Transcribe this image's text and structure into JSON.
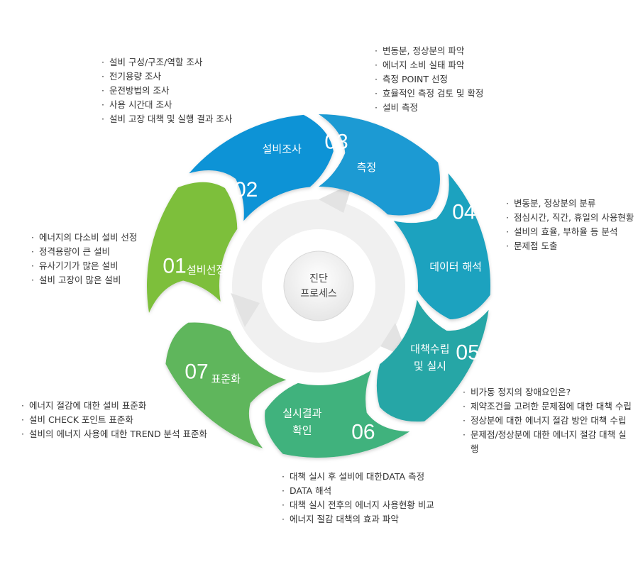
{
  "center": {
    "line1": "진단",
    "line2": "프로세스"
  },
  "steps": [
    {
      "num": "01",
      "label": "설비선정",
      "label2": "",
      "color": "#7dbf3a",
      "notes": [
        "에너지의 다소비 설비 선정",
        "정격용량이 큰 설비",
        "유사기기가 많은 설비",
        "설비 고장이 많은 설비"
      ]
    },
    {
      "num": "02",
      "label": "설비조사",
      "label2": "",
      "color": "#0e93d6",
      "notes": [
        "설비 구성/구조/역할 조사",
        "전기용량 조사",
        "운전방법의 조사",
        "사용 시간대 조사",
        "설비 고장 대책 및 실행 결과 조사"
      ]
    },
    {
      "num": "03",
      "label": "측정",
      "label2": "",
      "color": "#1a9ad3",
      "notes": [
        "변동분, 정상분의 파악",
        "에너지 소비 실태 파악",
        "측정 POINT 선정",
        "효율적인 측정 검토 및 확정",
        "설비 측정"
      ]
    },
    {
      "num": "04",
      "label": "데이터 해석",
      "label2": "",
      "color": "#1ea2bf",
      "notes": [
        "변동분, 정상분의 분류",
        "점심시간, 직간, 휴일의 사용현황",
        "설비의 효율, 부하율 등 분석",
        "문제점 도출"
      ]
    },
    {
      "num": "05",
      "label": "대책수립",
      "label2": "및 실시",
      "color": "#25a6a6",
      "notes": [
        "비가동 정지의 장애요인은?",
        "제약조건을 고려한 문제점에 대한 대책 수립",
        "정상분에 대한 에너지 절감 방안 대책 수립",
        "문제점/정상분에 대한 에너지 절감 대책 실행"
      ]
    },
    {
      "num": "06",
      "label": "실시결과",
      "label2": "확인",
      "color": "#40b27d",
      "notes": [
        "대책 실시 후 설비에 대한DATA 측정",
        "DATA 해석",
        "대책 실시 전후의 에너지 사용현황 비교",
        "에너지 절감 대책의 효과 파악"
      ]
    },
    {
      "num": "07",
      "label": "표준화",
      "label2": "",
      "color": "#5fb65c",
      "notes": [
        "에너지 절감에 대한 설비 표준화",
        "설비 CHECK 포인트 표준화",
        "설비의 에너지 사용에 대한 TREND 분석 표준화"
      ]
    }
  ]
}
